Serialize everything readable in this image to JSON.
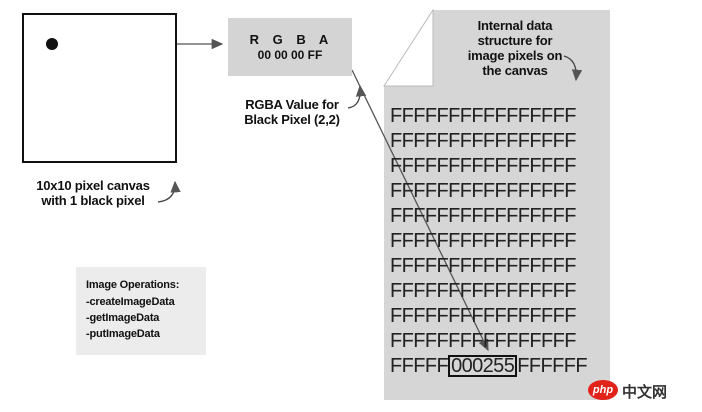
{
  "canvas": {
    "caption_line1": "10x10 pixel canvas",
    "caption_line2": "with 1 black pixel"
  },
  "rgba": {
    "header": "R G B A",
    "value": "00 00 00 FF",
    "caption_line1": "RGBA Value for",
    "caption_line2": "Black Pixel (2,2)"
  },
  "operations": {
    "title": "Image Operations:",
    "items": [
      "-createImageData",
      "-getImageData",
      "-putImageData"
    ]
  },
  "data_page": {
    "caption_line1": "Internal data",
    "caption_line2": "structure for",
    "caption_line3": "image pixels on",
    "caption_line4": "the canvas",
    "rows": [
      "FFFFFFFFFFFFFFFF",
      "FFFFFFFFFFFFFFFF",
      "FFFFFFFFFFFFFFFF",
      "FFFFFFFFFFFFFFFF",
      "FFFFFFFFFFFFFFFF",
      "FFFFFFFFFFFFFFFF",
      "FFFFFFFFFFFFFFFF",
      "FFFFFFFFFFFFFFFF",
      "FFFFFFFFFFFFFFFF",
      "FFFFFFFFFFFFFFFF"
    ],
    "last_row_prefix": "FFFFF",
    "last_row_highlight": "000255",
    "last_row_suffix": "FFFFFF"
  },
  "watermark": {
    "logo": "php",
    "text": "中文网"
  },
  "colors": {
    "box_gray": "#d4d4d4",
    "page_gray": "#d6d6d6",
    "ops_gray": "#ececec",
    "ink": "#111111",
    "watermark_red": "#e2231a"
  }
}
